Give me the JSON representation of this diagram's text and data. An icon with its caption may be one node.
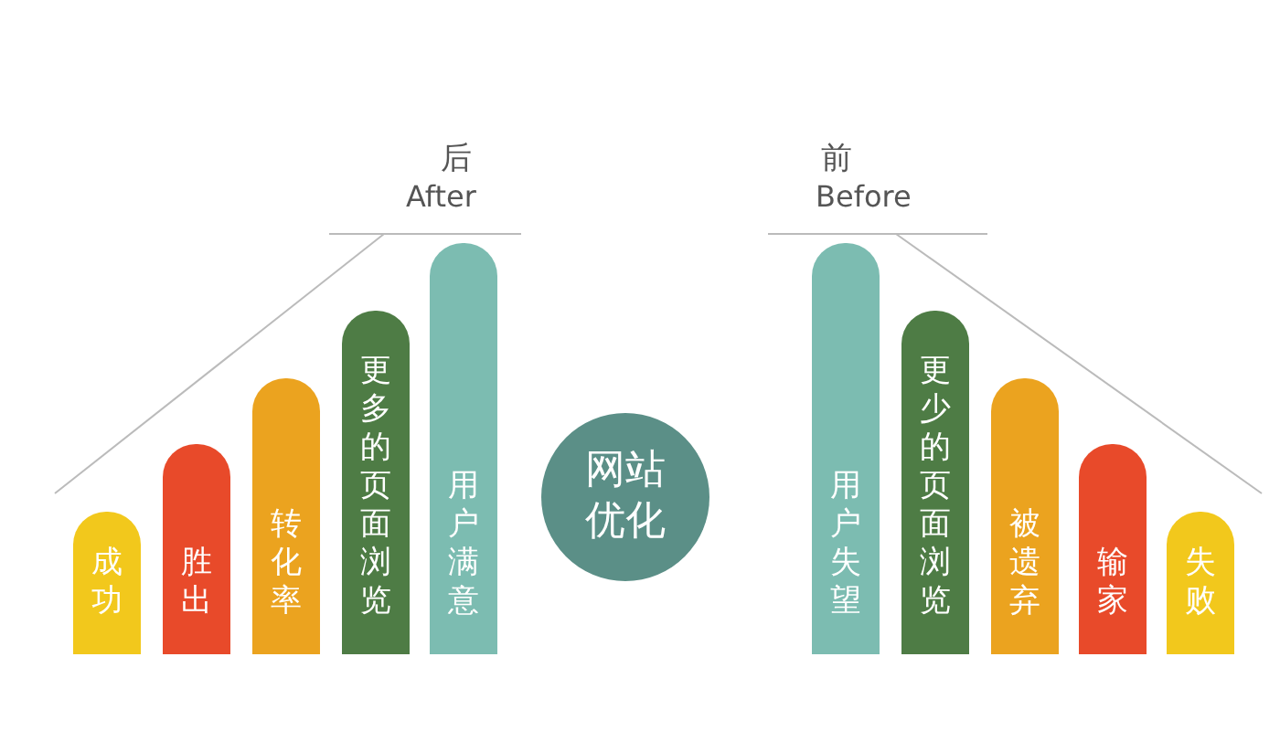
{
  "diagram": {
    "nodes": [
      {
        "text": [
          "成功"
        ]
      },
      {
        "text": [
          "胜出"
        ]
      },
      {
        "text": [
          "转化率"
        ]
      },
      {
        "text": [
          "更多的页面浏览"
        ]
      },
      {
        "text": [
          "用户满意"
        ]
      },
      {
        "text": [
          "网站优化"
        ]
      },
      {
        "text": [
          "用户失望"
        ]
      },
      {
        "text": [
          "更少的页面浏览"
        ]
      },
      {
        "text": [
          "被遗弃"
        ]
      },
      {
        "text": [
          "输家"
        ]
      },
      {
        "text": [
          "失败"
        ]
      }
    ],
    "labels": [
      "后",
      "After",
      "前",
      "Before"
    ]
  }
}
